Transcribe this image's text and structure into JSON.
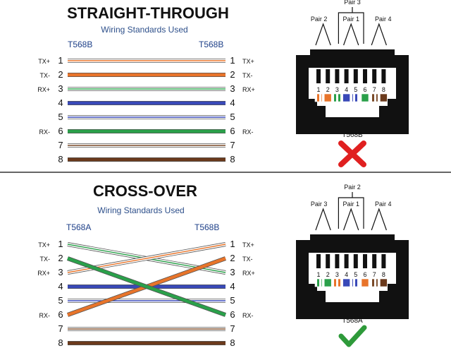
{
  "straight": {
    "title": "STRAIGHT-THROUGH",
    "subtitle": "Wiring Standards Used",
    "left_standard": "T568B",
    "right_standard": "T568B",
    "left_signals": [
      "TX+",
      "TX-",
      "RX+",
      "",
      "",
      "RX-",
      "",
      ""
    ],
    "right_signals": [
      "TX+",
      "TX-",
      "RX+",
      "",
      "",
      "RX-",
      "",
      ""
    ],
    "pins": [
      "1",
      "2",
      "3",
      "4",
      "5",
      "6",
      "7",
      "8"
    ],
    "wires": [
      {
        "from": 1,
        "to": 1,
        "color": "#e8742a",
        "stripe": true
      },
      {
        "from": 2,
        "to": 2,
        "color": "#e8742a",
        "stripe": false
      },
      {
        "from": 3,
        "to": 3,
        "color": "#2aa04a",
        "stripe": true
      },
      {
        "from": 4,
        "to": 4,
        "color": "#3949b8",
        "stripe": false
      },
      {
        "from": 5,
        "to": 5,
        "color": "#3949b8",
        "stripe": true
      },
      {
        "from": 6,
        "to": 6,
        "color": "#2aa04a",
        "stripe": false
      },
      {
        "from": 7,
        "to": 7,
        "color": "#7a4a28",
        "stripe": true
      },
      {
        "from": 8,
        "to": 8,
        "color": "#6b3a1c",
        "stripe": false
      }
    ],
    "connector": {
      "pair_labels": [
        "Pair 3",
        "Pair 2",
        "Pair 1",
        "Pair 4"
      ],
      "pin_numbers": [
        "1",
        "2",
        "3",
        "4",
        "5",
        "6",
        "7",
        "8"
      ],
      "pin_colors": [
        {
          "color": "#e8742a",
          "stripe": true
        },
        {
          "color": "#e8742a",
          "stripe": false
        },
        {
          "color": "#2aa04a",
          "stripe": true
        },
        {
          "color": "#3949b8",
          "stripe": false
        },
        {
          "color": "#3949b8",
          "stripe": true
        },
        {
          "color": "#2aa04a",
          "stripe": false
        },
        {
          "color": "#7a4a28",
          "stripe": true
        },
        {
          "color": "#6b3a1c",
          "stripe": false
        }
      ],
      "label": "T568B",
      "status": "cross-mark-icon",
      "status_color": "#e02020"
    }
  },
  "cross": {
    "title": "CROSS-OVER",
    "subtitle": "Wiring Standards Used",
    "left_standard": "T568A",
    "right_standard": "T568B",
    "left_signals": [
      "TX+",
      "TX-",
      "RX+",
      "",
      "",
      "RX-",
      "",
      ""
    ],
    "right_signals": [
      "TX+",
      "TX-",
      "RX+",
      "",
      "",
      "RX-",
      "",
      ""
    ],
    "pins": [
      "1",
      "2",
      "3",
      "4",
      "5",
      "6",
      "7",
      "8"
    ],
    "wires": [
      {
        "from": 1,
        "to": 3,
        "color": "#2aa04a",
        "stripe": true
      },
      {
        "from": 3,
        "to": 1,
        "color": "#e8742a",
        "stripe": true
      },
      {
        "from": 4,
        "to": 4,
        "color": "#3949b8",
        "stripe": false
      },
      {
        "from": 5,
        "to": 5,
        "color": "#3949b8",
        "stripe": true
      },
      {
        "from": 7,
        "to": 7,
        "color": "#7a4a28",
        "stripe": true
      },
      {
        "from": 8,
        "to": 8,
        "color": "#6b3a1c",
        "stripe": false
      },
      {
        "from": 6,
        "to": 2,
        "color": "#e8742a",
        "stripe": false
      },
      {
        "from": 2,
        "to": 6,
        "color": "#2aa04a",
        "stripe": false
      }
    ],
    "connector": {
      "pair_labels": [
        "Pair 2",
        "Pair 3",
        "Pair 1",
        "Pair 4"
      ],
      "pin_numbers": [
        "1",
        "2",
        "3",
        "4",
        "5",
        "6",
        "7",
        "8"
      ],
      "pin_colors": [
        {
          "color": "#2aa04a",
          "stripe": true
        },
        {
          "color": "#2aa04a",
          "stripe": false
        },
        {
          "color": "#e8742a",
          "stripe": true
        },
        {
          "color": "#3949b8",
          "stripe": false
        },
        {
          "color": "#3949b8",
          "stripe": true
        },
        {
          "color": "#e8742a",
          "stripe": false
        },
        {
          "color": "#7a4a28",
          "stripe": true
        },
        {
          "color": "#6b3a1c",
          "stripe": false
        }
      ],
      "label": "T568A",
      "status": "check-mark-icon",
      "status_color": "#2e9a3a"
    }
  },
  "divider_color": "#333333"
}
